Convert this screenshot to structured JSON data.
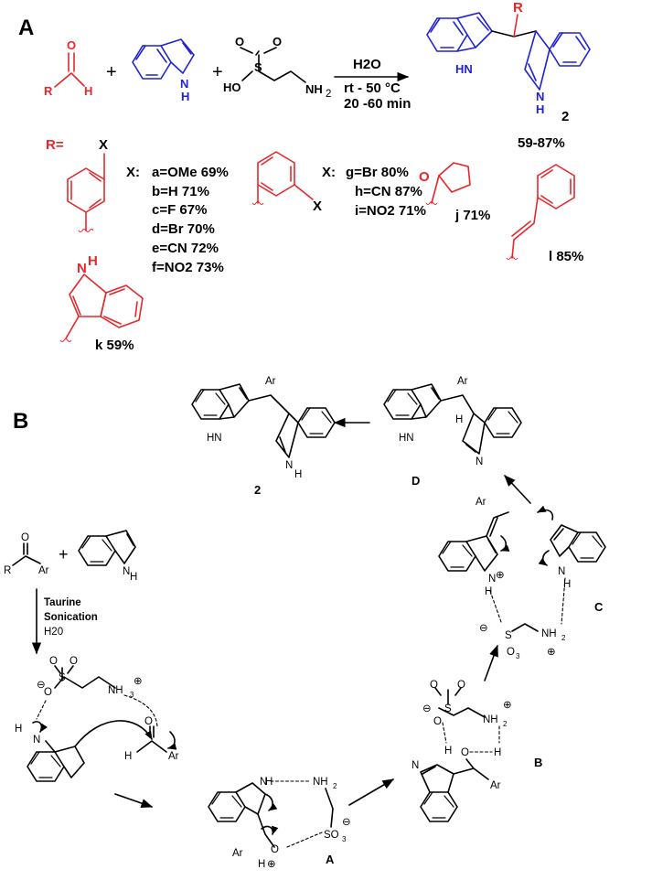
{
  "panel_a": {
    "label": "A",
    "conditions": {
      "solvent": "H2O",
      "temperature": "rt - 50 °C",
      "time": "20 -60 min"
    },
    "product": {
      "number": "2",
      "yield_range": "59-87%",
      "r_label": "R"
    },
    "atoms": {
      "R": "R",
      "H": "H",
      "O": "O",
      "N": "N",
      "NH": "H",
      "HN": "HN",
      "NH2": "NH",
      "HO": "HO",
      "S": "S",
      "X": "X",
      "plus": "+"
    },
    "r_header": "R=",
    "para_series": {
      "x_label": "X:",
      "entries": [
        "a=OMe 69%",
        "b=H 71%",
        "c=F 67%",
        "d=Br 70%",
        "e=CN 72%",
        "f=NO2 73%"
      ]
    },
    "ortho_series": {
      "x_label": "X:",
      "entries": [
        "g=Br 80%",
        "h=CN 87%",
        "i=NO2 71%"
      ]
    },
    "other_entries": {
      "j": "j 71%",
      "l": "l 85%",
      "k": "k 59%"
    }
  },
  "panel_b": {
    "label": "B",
    "conditions": [
      "Taurine",
      "Sonication",
      "H20"
    ],
    "compounds": {
      "final": "2",
      "A": "A",
      "B": "B",
      "C": "C",
      "D": "D"
    },
    "atoms": {
      "Ar": "Ar",
      "R": "R",
      "O": "O",
      "H": "H",
      "N": "N",
      "NH": "H",
      "HN": "HN",
      "NH2": "NH",
      "NH3": "NH",
      "S": "S",
      "SO3": "SO",
      "O3": "O",
      "minus": "⊖",
      "plus": "⊕",
      "cation": "+"
    }
  },
  "colors": {
    "reagent_aldehyde": "#e8262b",
    "reagent_indole": "#1f22d6",
    "ink": "#000000"
  }
}
